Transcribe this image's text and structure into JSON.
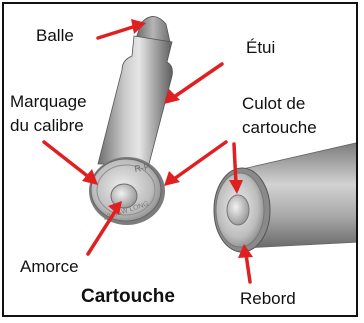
{
  "labels": {
    "bullet": "Balle",
    "case": "Étui",
    "caliber_marking_line1": "Marquage",
    "caliber_marking_line2": "du calibre",
    "case_head_line1": "Culot de",
    "case_head_line2": "cartouche",
    "primer": "Amorce",
    "cartridge": "Cartouche",
    "rim": "Rebord"
  },
  "headstamp": {
    "top": "R-P",
    "bottom": "32 S&W LONG"
  },
  "colors": {
    "arrow": "#e02020",
    "border": "#111111",
    "text": "#111111"
  }
}
